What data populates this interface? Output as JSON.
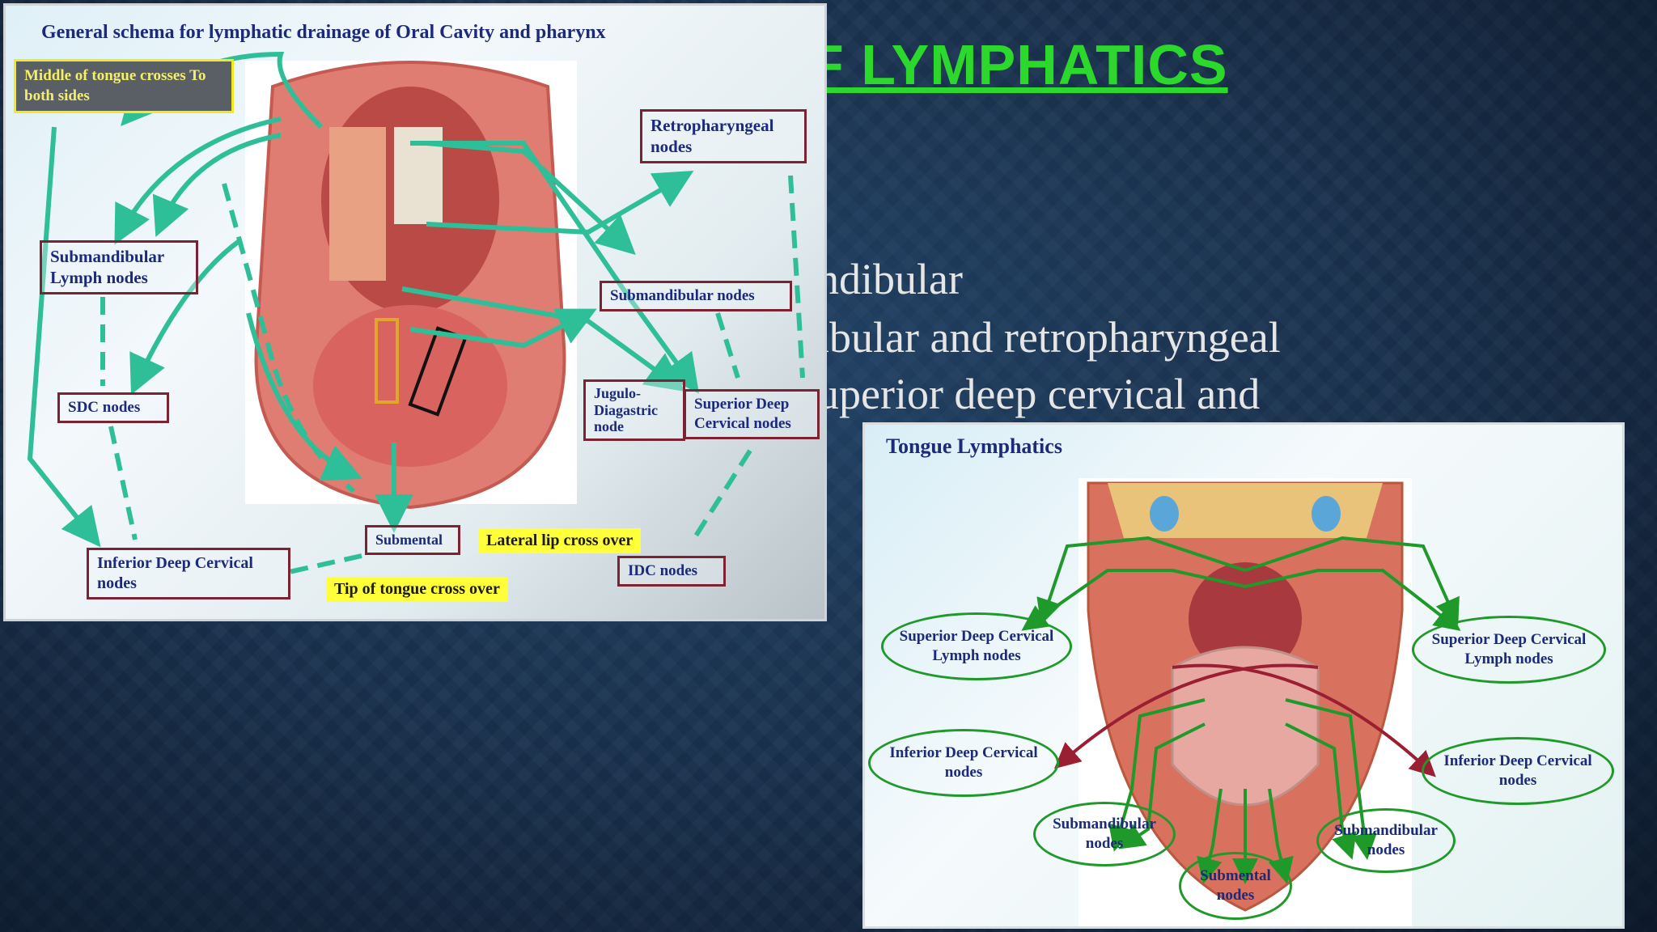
{
  "slide": {
    "title": "F LYMPHATICS",
    "bullets": [
      "ndibular",
      "ibular and retropharyngeal",
      "uperior deep cervical and"
    ]
  },
  "figure_left": {
    "title": "General schema for lymphatic drainage of Oral Cavity and pharynx",
    "note": "Middle of tongue crosses To both sides",
    "boxes": {
      "submandibular_lymph": "Submandibular Lymph nodes",
      "sdc": "SDC nodes",
      "inferior_deep": "Inferior Deep Cervical nodes",
      "retropharyngeal": "Retropharyngeal nodes",
      "submandibular": "Submandibular nodes",
      "jugulo": "Jugulo-Diagastric node",
      "superior_deep": "Superior Deep Cervical nodes",
      "submental": "Submental",
      "idc": "IDC nodes"
    },
    "labels": {
      "lateral_lip": "Lateral lip cross over",
      "tip_tongue": "Tip of tongue cross over"
    }
  },
  "figure_right": {
    "title": "Tongue Lymphatics",
    "ovals": {
      "sup_left": "Superior Deep Cervical Lymph nodes",
      "sup_right": "Superior Deep Cervical Lymph nodes",
      "inf_left": "Inferior Deep Cervical nodes",
      "inf_right": "Inferior Deep Cervical nodes",
      "subm_left": "Submandibular nodes",
      "subm_right": "Submandibular nodes",
      "submental": "Submental nodes"
    }
  },
  "colors": {
    "title_green": "#2bd82b",
    "arrow_teal": "#2fbf98",
    "box_border": "#7a2433",
    "oval_green": "#1f9a2a",
    "arrow_red": "#9a1f33"
  }
}
